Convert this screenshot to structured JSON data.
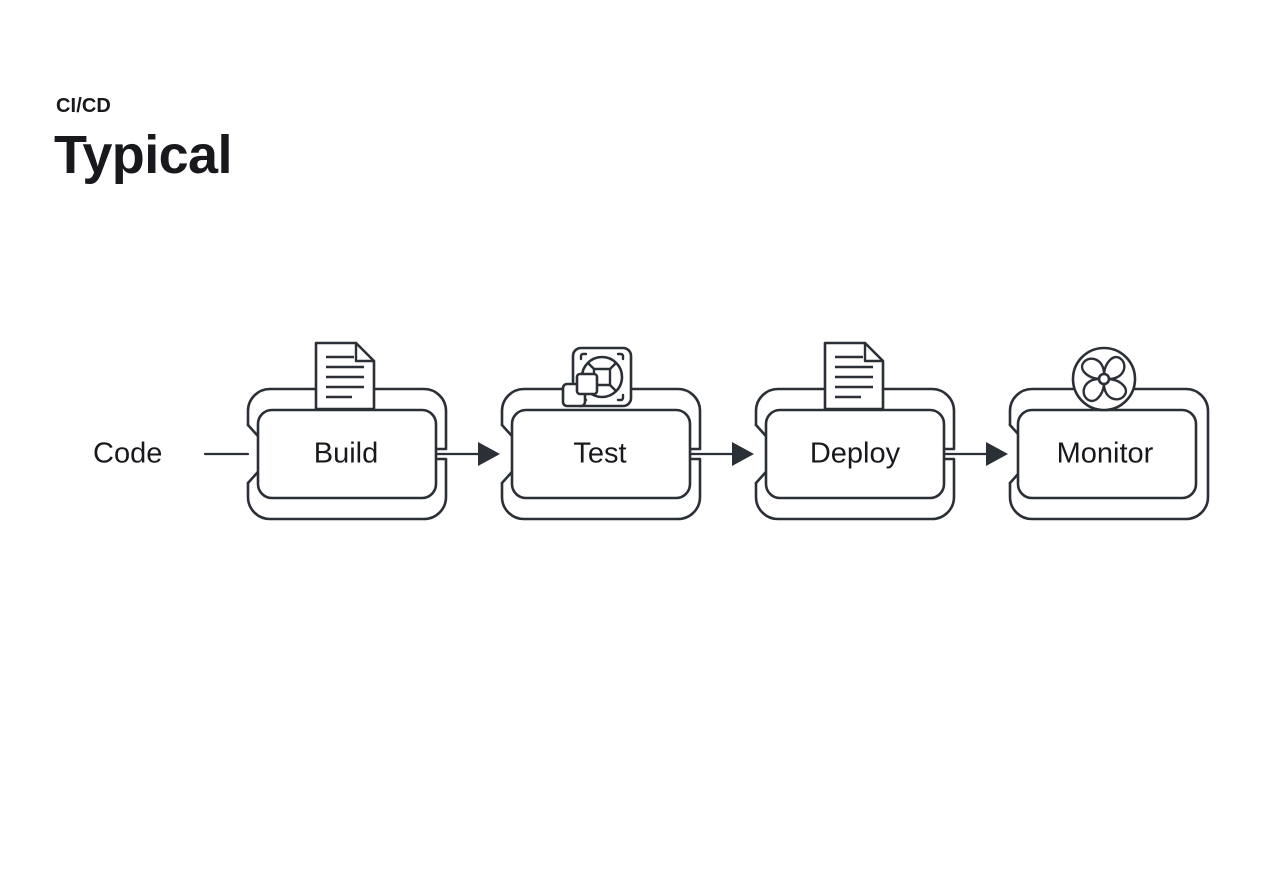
{
  "header": {
    "eyebrow": "CI/CD",
    "title": "Typical"
  },
  "diagram": {
    "type": "pipeline-flow",
    "orientation": "left-to-right",
    "source": {
      "label": "Code",
      "connector": "plain-line"
    },
    "stages": [
      {
        "id": "build",
        "label": "Build",
        "icon": "document-icon",
        "has_outgoing_arrow": true,
        "outer_shape": "notched-ribbon-open-right"
      },
      {
        "id": "test",
        "label": "Test",
        "icon": "test-target-icon",
        "has_outgoing_arrow": true,
        "outer_shape": "notched-ribbon-open-right"
      },
      {
        "id": "deploy",
        "label": "Deploy",
        "icon": "document-icon",
        "has_outgoing_arrow": true,
        "outer_shape": "notched-ribbon-open-right"
      },
      {
        "id": "monitor",
        "label": "Monitor",
        "icon": "fan-rosette-icon",
        "has_outgoing_arrow": false,
        "outer_shape": "notched-ribbon-closed"
      }
    ],
    "arrows": [
      {
        "from": "code",
        "to": "build",
        "style": "line-no-head"
      },
      {
        "from": "build",
        "to": "test",
        "style": "line-with-arrowhead"
      },
      {
        "from": "test",
        "to": "deploy",
        "style": "line-with-arrowhead"
      },
      {
        "from": "deploy",
        "to": "monitor",
        "style": "line-with-arrowhead"
      }
    ]
  },
  "colors": {
    "background": "#ffffff",
    "stroke": "#2b2f36",
    "text": "#17191c"
  }
}
